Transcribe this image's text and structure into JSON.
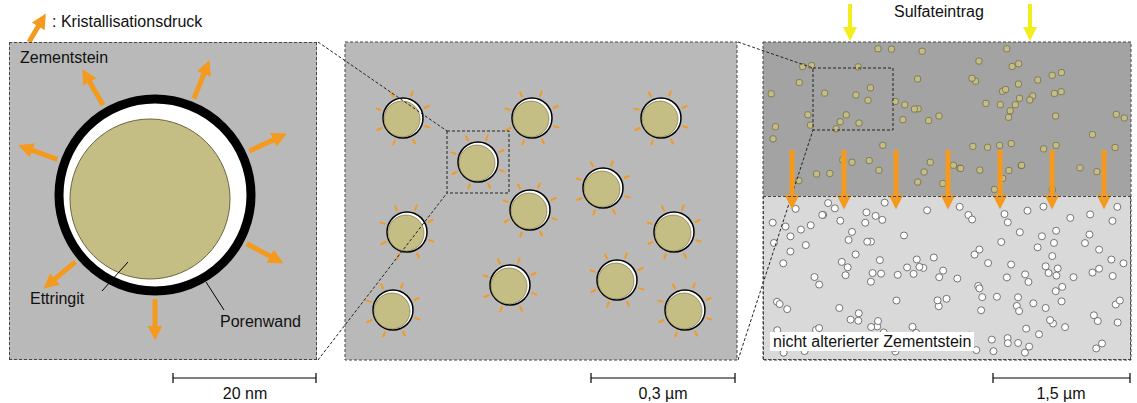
{
  "diagram": {
    "nodes": [
      {
        "text": [
          "Zementstein"
        ]
      },
      {
        "text": [
          "nicht alterierter Zementstein"
        ]
      }
    ],
    "edges": [],
    "labels": [
      "Ettringit",
      "Porenwand",
      "Sulfateintrag",
      "20 nm",
      "0,3 µm",
      "1,5 µm"
    ],
    "legend": [
      {
        "text": ": Kristallisationsdruck"
      }
    ]
  }
}
